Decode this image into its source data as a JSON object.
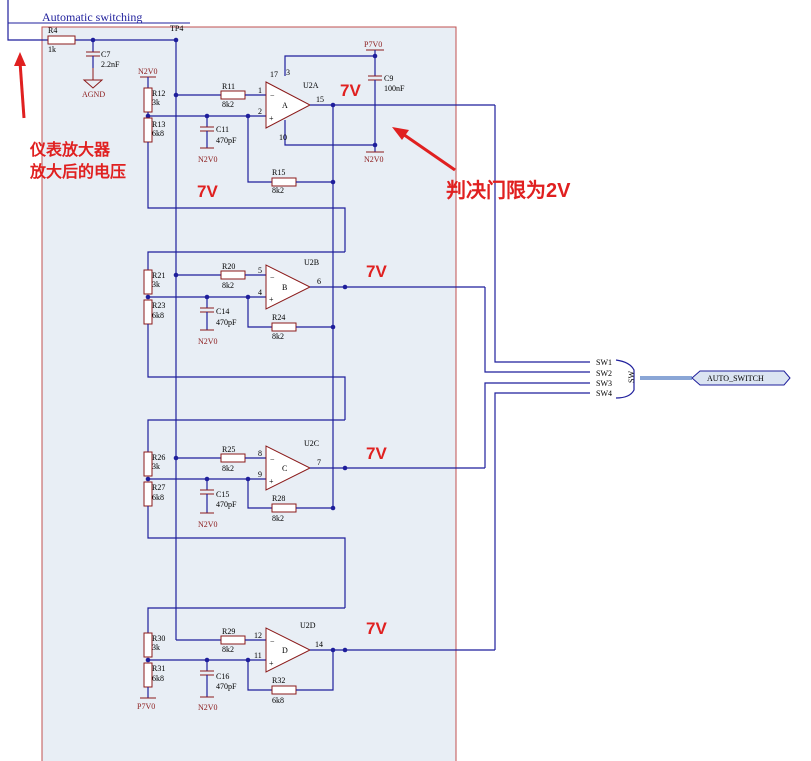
{
  "title": "Automatic switching",
  "colors": {
    "wire": "#1f1f9c",
    "component": "#8b1a1a",
    "annotation": "#e02020",
    "panel": "#e8eef5"
  },
  "input": {
    "r4_ref": "R4",
    "r4_val": "1k",
    "c7_ref": "C7",
    "c7_val": "2.2nF",
    "agnd": "AGND",
    "tp": "TP4"
  },
  "supply": {
    "c9_ref": "C9",
    "c9_val": "100nF",
    "p7v0": "P7V0",
    "n2v0": "N2V0"
  },
  "stages": [
    {
      "u": "U2A",
      "unit": "A",
      "pin_m": "1",
      "pin_p": "2",
      "pin_out": "15",
      "pin_v1": "17",
      "pin_v2": "3",
      "pin_v3": "10",
      "r_top": "R12",
      "r_top_val": "3k",
      "r_bot": "R13",
      "r_bot_val": "6k8",
      "r_in": "R11",
      "r_in_val": "8k2",
      "c": "C11",
      "c_val": "470pF",
      "r_fb": "R15",
      "r_fb_val": "8k2"
    },
    {
      "u": "U2B",
      "unit": "B",
      "pin_m": "5",
      "pin_p": "4",
      "pin_out": "6",
      "r_top": "R21",
      "r_top_val": "3k",
      "r_bot": "R23",
      "r_bot_val": "6k8",
      "r_in": "R20",
      "r_in_val": "8k2",
      "c": "C14",
      "c_val": "470pF",
      "r_fb": "R24",
      "r_fb_val": "8k2"
    },
    {
      "u": "U2C",
      "unit": "C",
      "pin_m": "8",
      "pin_p": "9",
      "pin_out": "7",
      "r_top": "R26",
      "r_top_val": "3k",
      "r_bot": "R27",
      "r_bot_val": "6k8",
      "r_in": "R25",
      "r_in_val": "8k2",
      "c": "C15",
      "c_val": "470pF",
      "r_fb": "R28",
      "r_fb_val": "8k2"
    },
    {
      "u": "U2D",
      "unit": "D",
      "pin_m": "12",
      "pin_p": "11",
      "pin_out": "14",
      "r_top": "R30",
      "r_top_val": "3k",
      "r_bot": "R31",
      "r_bot_val": "6k8",
      "r_in": "R29",
      "r_in_val": "8k2",
      "c": "C16",
      "c_val": "470pF",
      "r_fb": "R32",
      "r_fb_val": "6k8"
    }
  ],
  "bus": {
    "items": [
      "SW1",
      "SW2",
      "SW3",
      "SW4"
    ],
    "name": "SW",
    "port": "AUTO_SWITCH"
  },
  "annotations": {
    "volt": "7V",
    "amp_line1": "仪表放大器",
    "amp_line2": "放大后的电压",
    "threshold": "判决门限为2V"
  }
}
